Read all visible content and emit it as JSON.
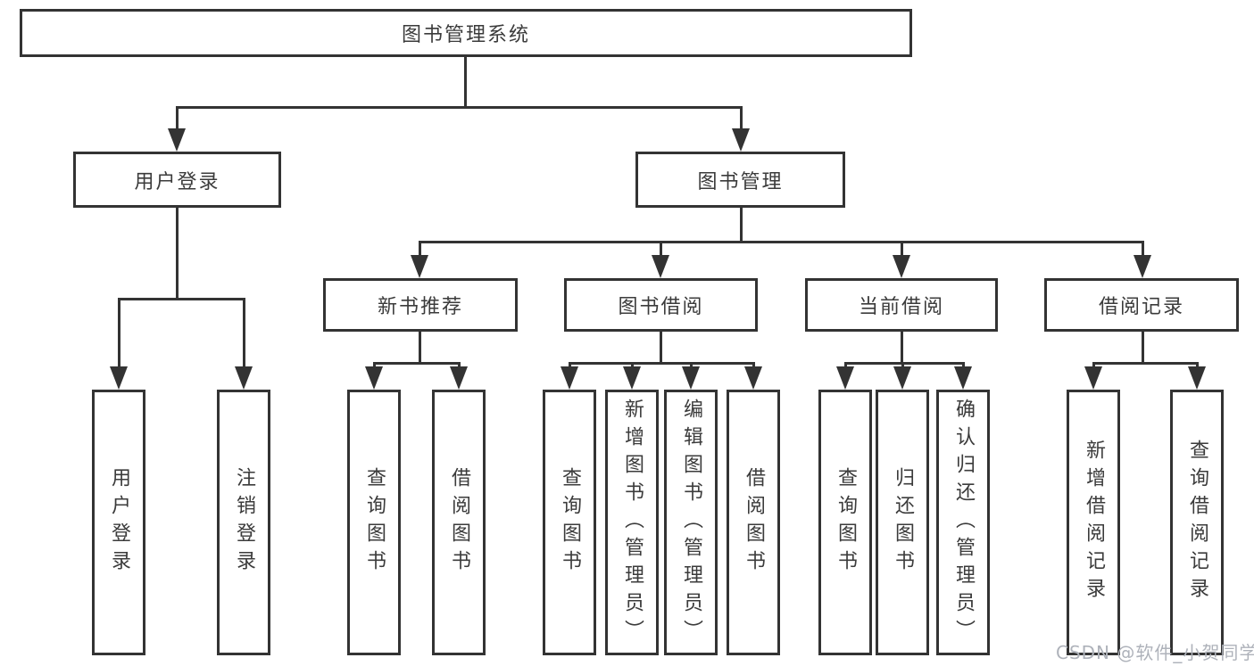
{
  "nodes": {
    "root": {
      "label": "图书管理系统"
    },
    "user_login": {
      "label": "用户登录"
    },
    "book_mgmt": {
      "label": "图书管理"
    },
    "user_login_leaf": {
      "label": "用户登录"
    },
    "logout_leaf": {
      "label": "注销登录"
    },
    "new_book_rec": {
      "label": "新书推荐"
    },
    "book_borrow": {
      "label": "图书借阅"
    },
    "current_borrow": {
      "label": "当前借阅"
    },
    "borrow_record": {
      "label": "借阅记录"
    },
    "nbr_query": {
      "label": "查询图书"
    },
    "nbr_borrow": {
      "label": "借阅图书"
    },
    "bb_query": {
      "label": "查询图书"
    },
    "bb_add": {
      "label": "新增图书（管理员）"
    },
    "bb_edit": {
      "label": "编辑图书（管理员）"
    },
    "bb_borrow": {
      "label": "借阅图书"
    },
    "cb_query": {
      "label": "查询图书"
    },
    "cb_return": {
      "label": "归还图书"
    },
    "cb_confirm": {
      "label": "确认归还（管理员）"
    },
    "br_add": {
      "label": "新增借阅记录"
    },
    "br_query": {
      "label": "查询借阅记录"
    }
  },
  "hierarchy": {
    "图书管理系统": {
      "用户登录": [
        "用户登录",
        "注销登录"
      ],
      "图书管理": {
        "新书推荐": [
          "查询图书",
          "借阅图书"
        ],
        "图书借阅": [
          "查询图书",
          "新增图书（管理员）",
          "编辑图书（管理员）",
          "借阅图书"
        ],
        "当前借阅": [
          "查询图书",
          "归还图书",
          "确认归还（管理员）"
        ],
        "借阅记录": [
          "新增借阅记录",
          "查询借阅记录"
        ]
      }
    }
  },
  "watermark": {
    "text": "CSDN @软件_小贺同学"
  },
  "colors": {
    "line": "#333333",
    "text": "#3b3b3b",
    "watermark": "#aeb2ba",
    "background": "#ffffff"
  }
}
